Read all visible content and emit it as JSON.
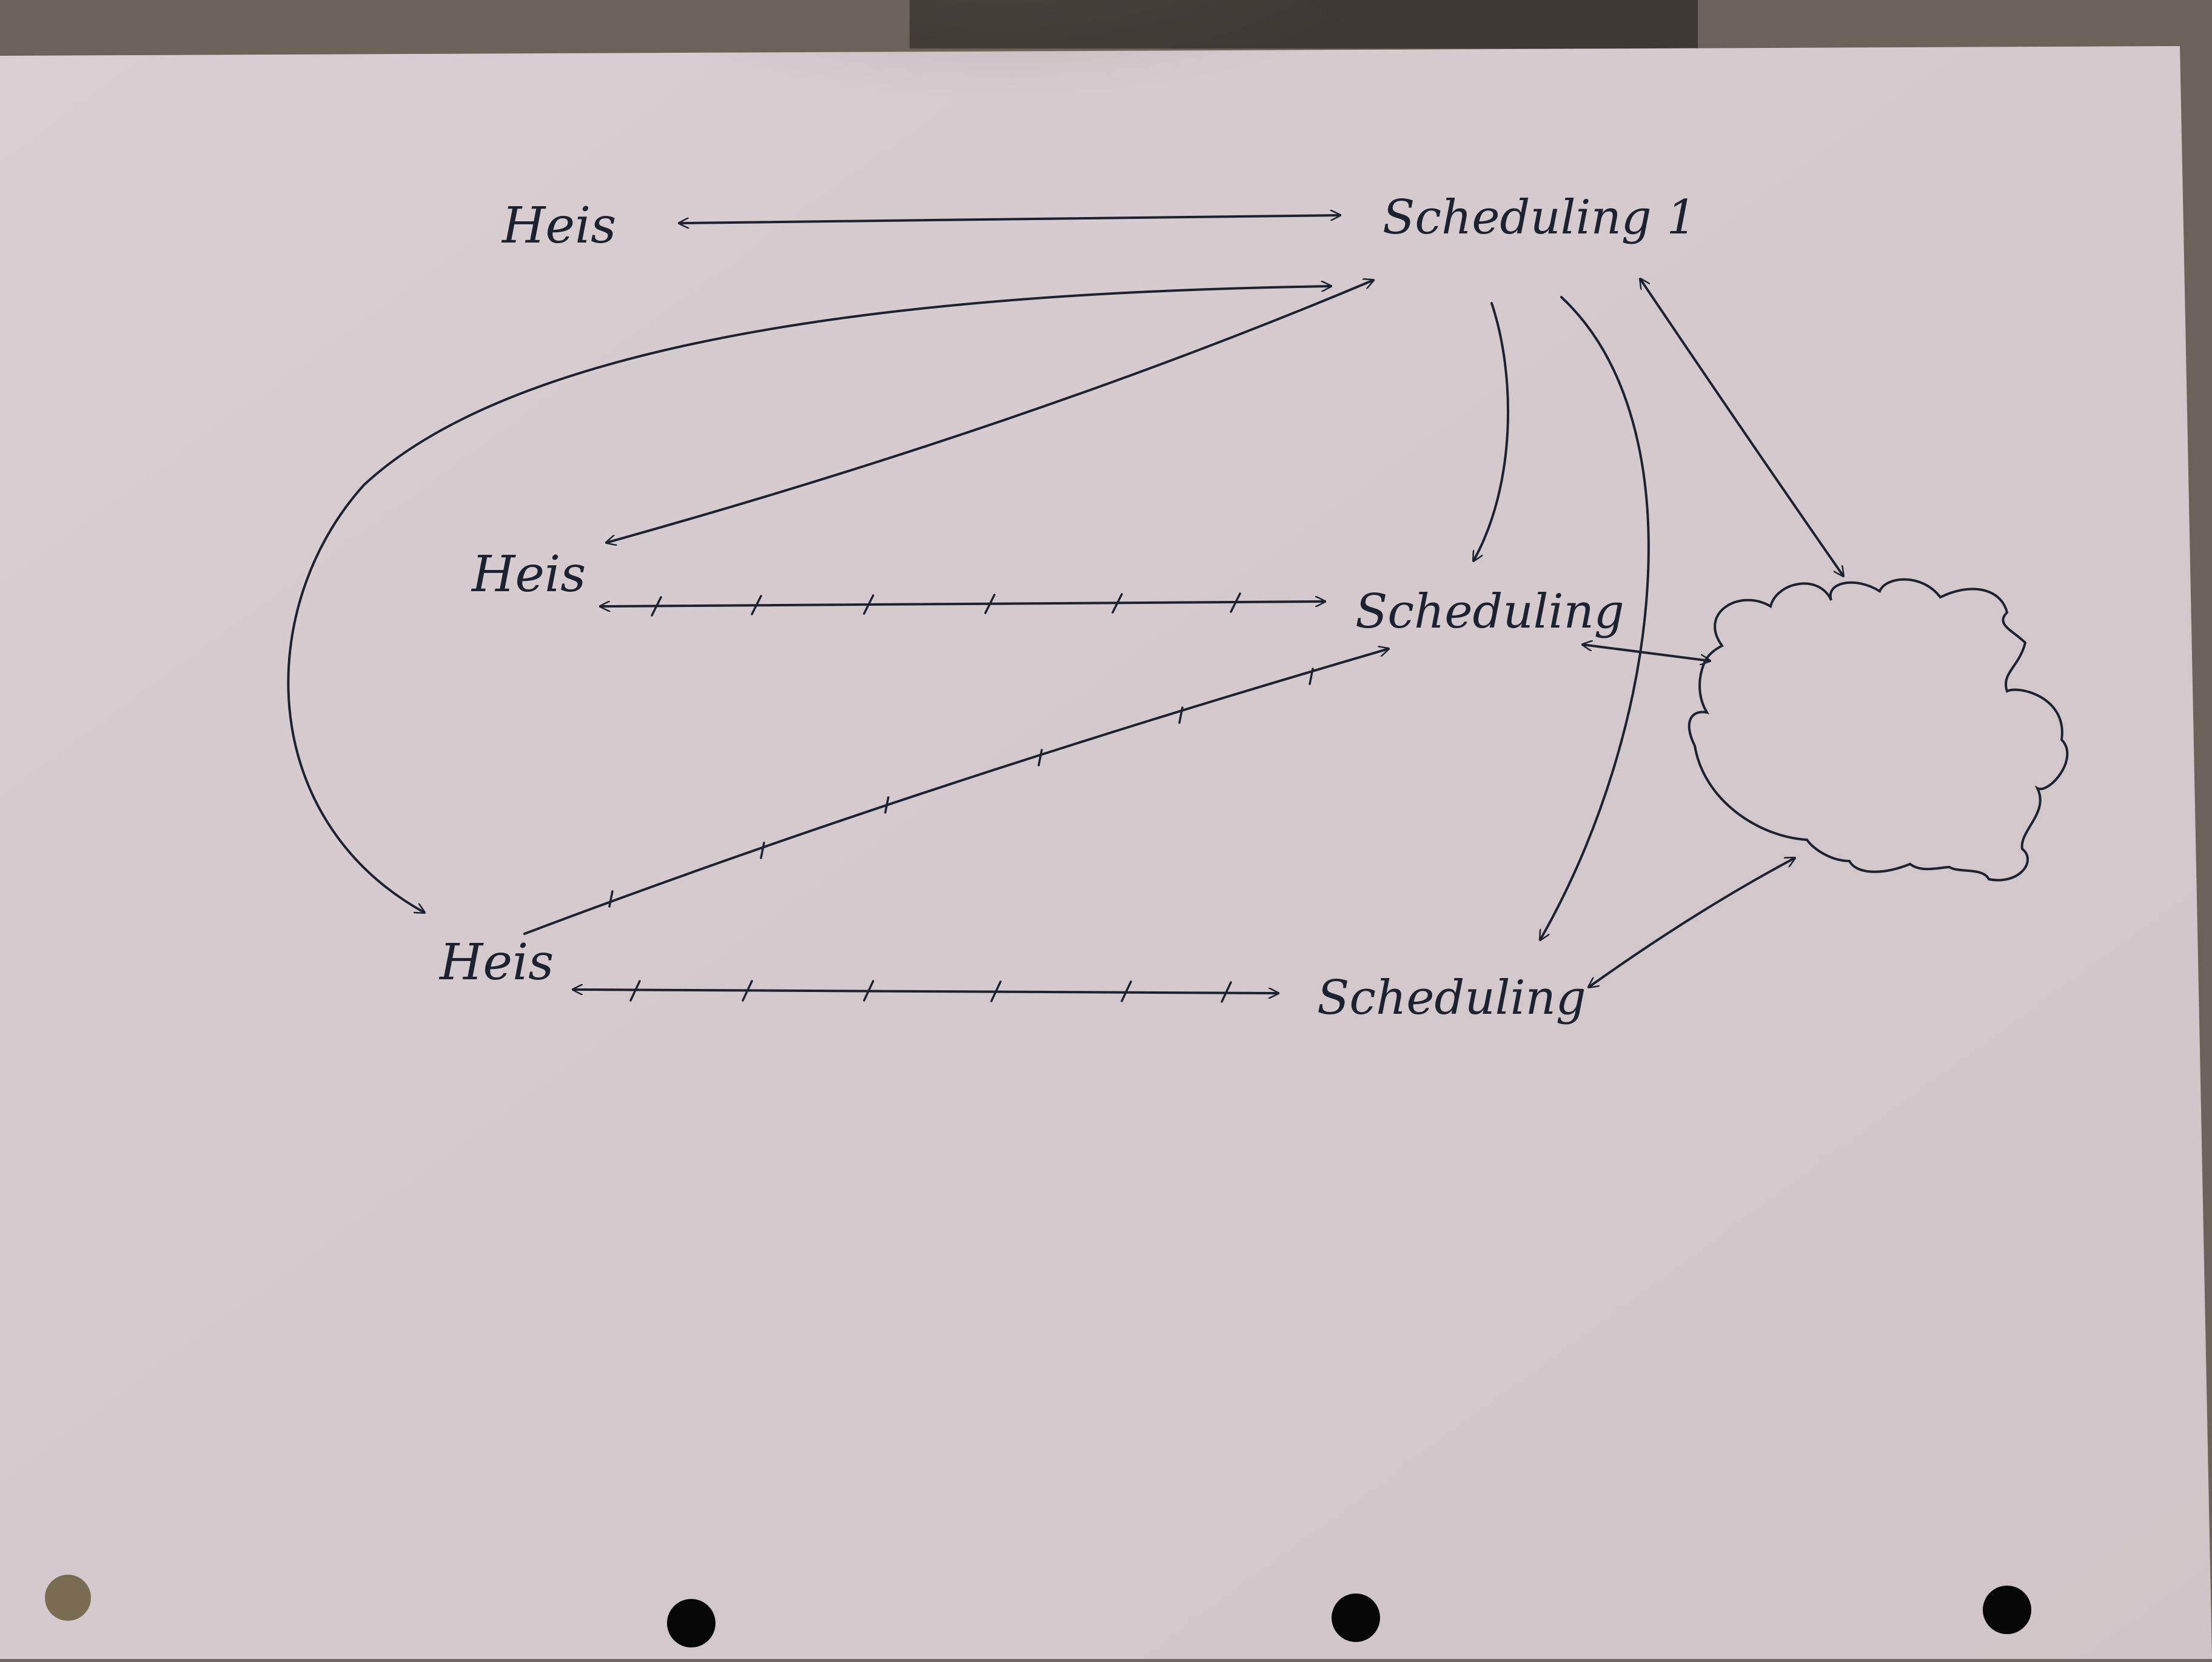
{
  "diagram": {
    "nodes": {
      "heis_top": "Heis",
      "heis_middle": "Heis",
      "heis_bottom": "Heis",
      "scheduling_top": "Scheduling 1",
      "scheduling_middle": "Scheduling",
      "scheduling_bottom": "Scheduling"
    },
    "cloud_label": ""
  },
  "colors": {
    "paper": "#d6ccd0",
    "ink": "#1c2230",
    "background": "#6f665d",
    "punch_hole": "#050505"
  }
}
